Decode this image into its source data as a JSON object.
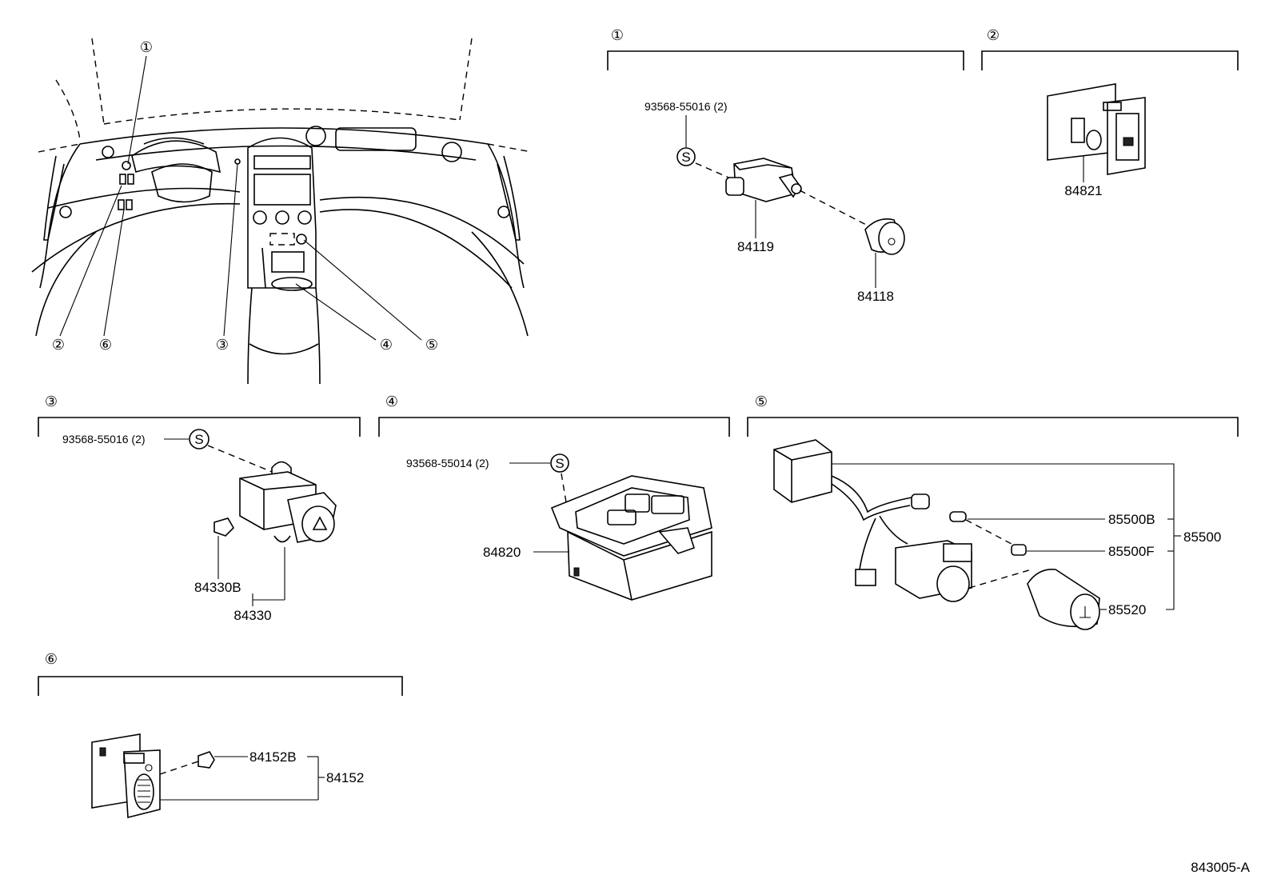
{
  "sections": {
    "s1": {
      "label": "①"
    },
    "s2": {
      "label": "②"
    },
    "s3": {
      "label": "③"
    },
    "s4": {
      "label": "④"
    },
    "s5": {
      "label": "⑤"
    },
    "s6": {
      "label": "⑥"
    }
  },
  "overview_callouts": [
    "①",
    "②",
    "⑥",
    "③",
    "④",
    "⑤"
  ],
  "parts": {
    "s1_screw": "93568-55016 (2)",
    "p84119": "84119",
    "p84118": "84118",
    "p84821": "84821",
    "s3_screw": "93568-55016 (2)",
    "p84330B": "84330B",
    "p84330": "84330",
    "s4_screw": "93568-55014 (2)",
    "p84820": "84820",
    "p85500B": "85500B",
    "p85500F": "85500F",
    "p85500": "85500",
    "p85520": "85520",
    "p84152B": "84152B",
    "p84152": "84152"
  },
  "screw_symbol": "S",
  "figure_code": "843005-A"
}
